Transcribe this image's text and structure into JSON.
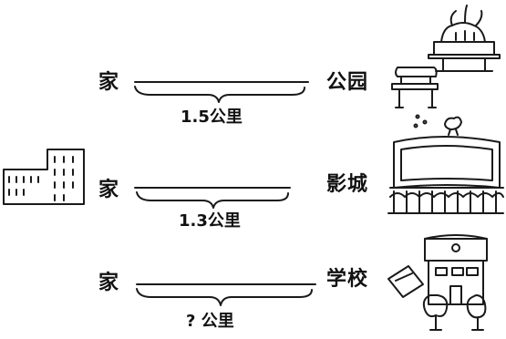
{
  "rows": [
    {
      "from": "家",
      "to": "公园",
      "distance": "1.5公里"
    },
    {
      "from": "家",
      "to": "影城",
      "distance": "1.3公里"
    },
    {
      "from": "家",
      "to": "学校",
      "distance": "? 公里"
    }
  ],
  "icons": [
    "park-bench-fountain-icon",
    "cinema-icon",
    "school-icon",
    "home-buildings-icon"
  ]
}
